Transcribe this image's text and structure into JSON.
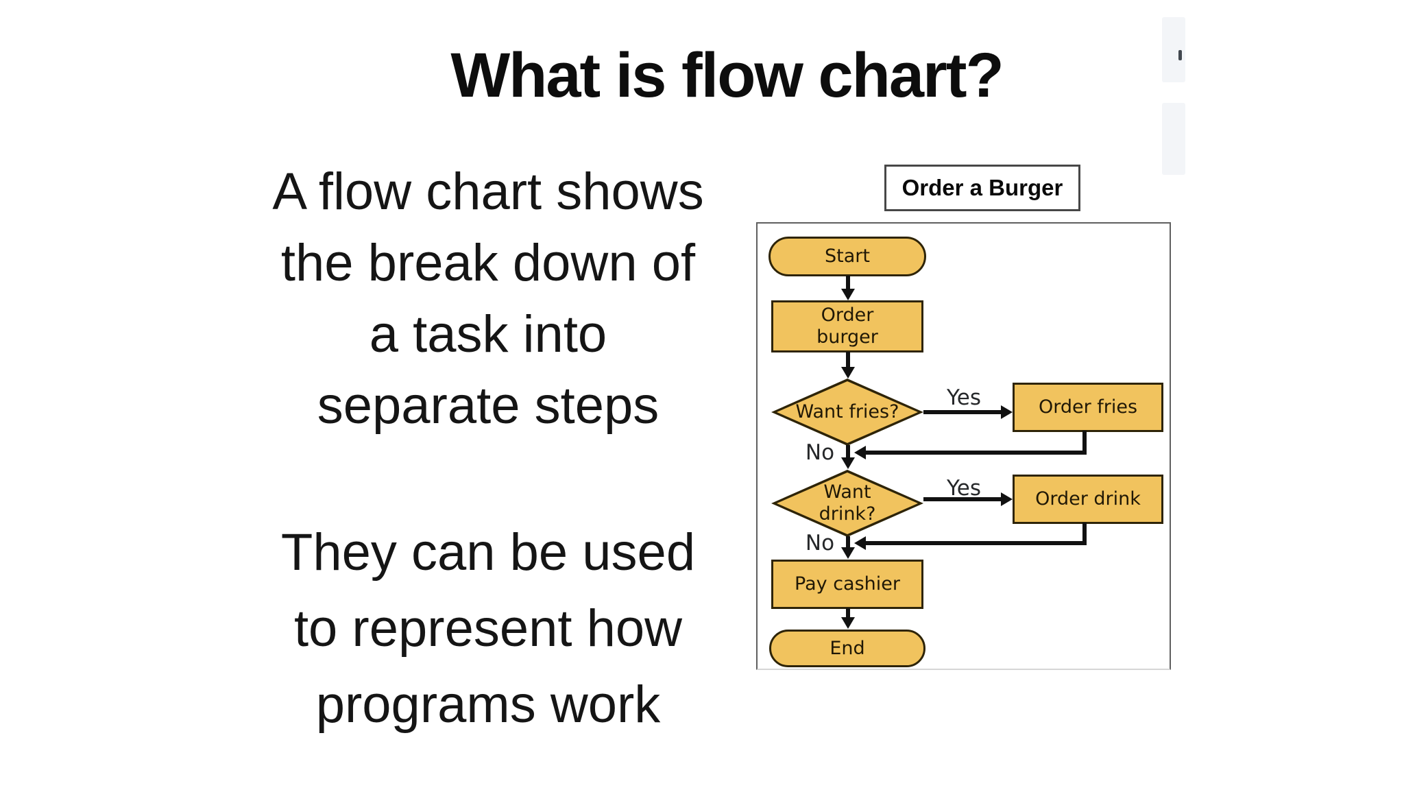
{
  "title": "What is flow chart?",
  "left_text": {
    "para1_lines": [
      "A flow chart shows",
      "the break down of",
      "a task into",
      "separate steps"
    ],
    "para2_lines": [
      "They can be used",
      "to represent how",
      "programs work"
    ]
  },
  "flowchart": {
    "caption": "Order a Burger",
    "nodes": {
      "start": "Start",
      "order_burger": [
        "Order",
        "burger"
      ],
      "want_fries": "Want fries?",
      "order_fries": "Order fries",
      "want_drink": [
        "Want",
        "drink?"
      ],
      "order_drink": "Order drink",
      "pay_cashier": "Pay cashier",
      "end": "End"
    },
    "edge_labels": {
      "yes_fries": "Yes",
      "no_fries": "No",
      "yes_drink": "Yes",
      "no_drink": "No"
    },
    "colors": {
      "node_fill": "#F1C35E",
      "node_border": "#2E2408",
      "arrow": "#111111",
      "caption_border": "#474747",
      "frame_border": "#5F5F5F",
      "frame_bottom_border": "#D6D6D6"
    }
  }
}
